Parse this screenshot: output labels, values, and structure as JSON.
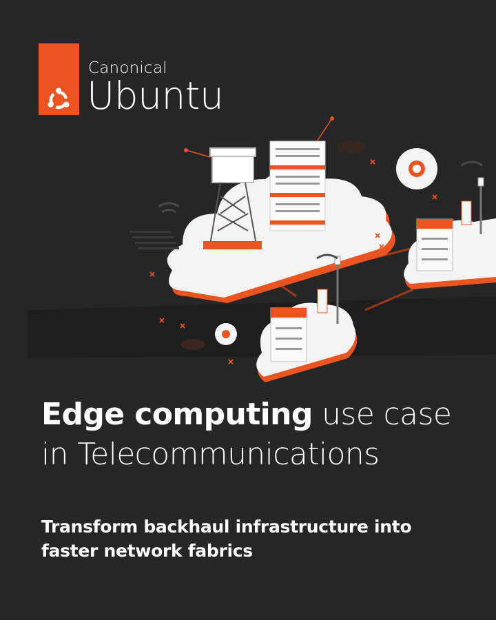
{
  "brand": {
    "company": "Canonical",
    "product": "Ubuntu",
    "accent_color": "#E95420",
    "background_color": "#262626"
  },
  "illustration": {
    "icons": [
      "cloud-icon",
      "cell-tower-icon",
      "server-rack-icon",
      "gear-icon",
      "antenna-icon",
      "wifi-icon"
    ]
  },
  "headline": {
    "bold": "Edge computing",
    "light_line1": " use case",
    "light_line2": "in Telecommunications"
  },
  "subheadline": {
    "line1": "Transform backhaul infrastructure into",
    "line2": "faster network fabrics"
  }
}
